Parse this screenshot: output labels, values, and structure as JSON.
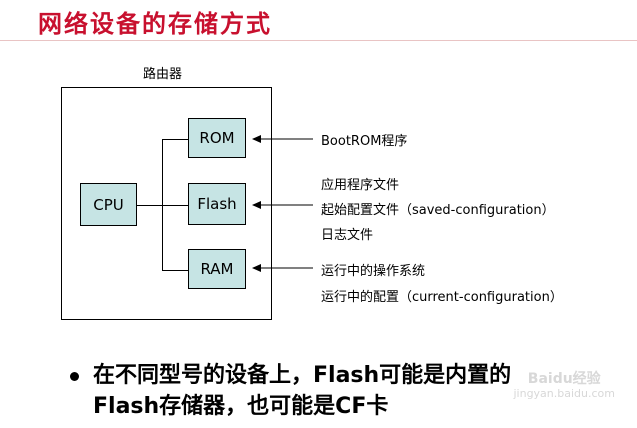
{
  "slide": {
    "title": "网络设备的存储方式",
    "router_caption": "路由器"
  },
  "components": {
    "cpu": "CPU",
    "rom": "ROM",
    "flash": "Flash",
    "ram": "RAM"
  },
  "annotations": {
    "rom_line1": "BootROM程序",
    "flash_line1": "应用程序文件",
    "flash_line2": "起始配置文件（saved-configuration）",
    "flash_line3": "日志文件",
    "ram_line1": "运行中的操作系统",
    "ram_line2": "运行中的配置（current-configuration）"
  },
  "bullet": {
    "line1": "在不同型号的设备上，Flash可能是内置的",
    "line2": "Flash存储器，也可能是CF卡"
  },
  "watermark": {
    "text1": "Baidu经验",
    "text2": "jingyan.baidu.com"
  }
}
